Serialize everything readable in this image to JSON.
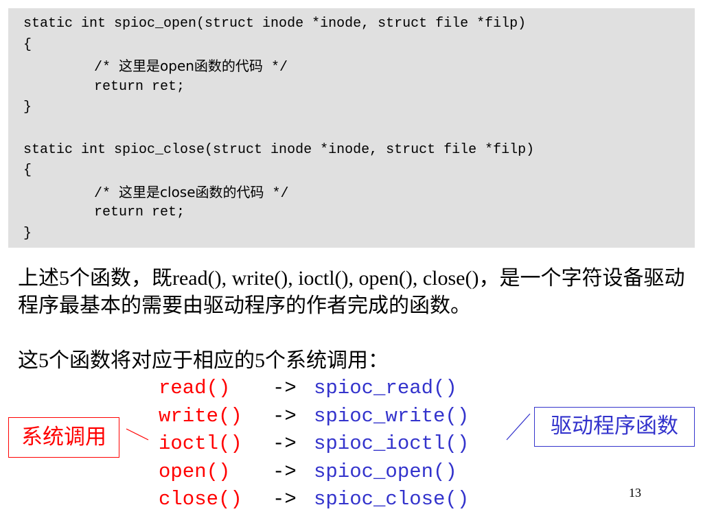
{
  "code": {
    "open_signature": "static int spioc_open(struct inode *inode, struct file *filp)",
    "open_brace": "{",
    "open_comment_start": "/* ",
    "open_comment_text": "这里是open函数的代码",
    "open_comment_end": " */",
    "open_return": "return ret;",
    "open_close_brace": "}",
    "close_signature": "static int spioc_close(struct inode *inode, struct file *filp)",
    "close_brace": "{",
    "close_comment_start": "/* ",
    "close_comment_text": "这里是close函数的代码",
    "close_comment_end": " */",
    "close_return": "return ret;",
    "close_close_brace": "}"
  },
  "text": {
    "paragraph1": "上述5个函数，既read(), write(), ioctl(), open(), close()，是一个字符设备驱动程序最基本的需要由驱动程序的作者完成的函数。",
    "paragraph2": "这5个函数将对应于相应的5个系统调用："
  },
  "mappings": [
    {
      "syscall": "read()",
      "arrow": "->",
      "driver": "spioc_read()"
    },
    {
      "syscall": "write()",
      "arrow": "->",
      "driver": "spioc_write()"
    },
    {
      "syscall": "ioctl()",
      "arrow": "->",
      "driver": "spioc_ioctl()"
    },
    {
      "syscall": "open()",
      "arrow": "->",
      "driver": "spioc_open()"
    },
    {
      "syscall": "close()",
      "arrow": "->",
      "driver": "spioc_close()"
    }
  ],
  "labels": {
    "syscall_label": "系统调用",
    "driver_label": "驱动程序函数"
  },
  "page_number": "13",
  "colors": {
    "code_background": "#e0e0e0",
    "syscall_red": "#ff0000",
    "driver_blue": "#3333cc"
  }
}
